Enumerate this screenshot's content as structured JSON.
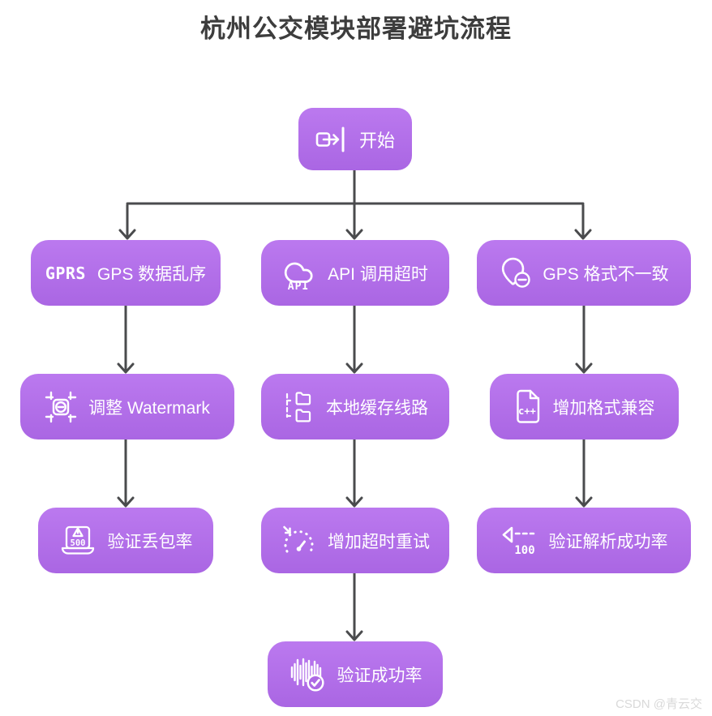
{
  "title": "杭州公交模块部署避坑流程",
  "watermark": "CSDN @青云交",
  "colors": {
    "node_top": "#bb79ef",
    "node_bottom": "#aa66e3",
    "arrow": "#4a4b4d",
    "title": "#3d3d3d",
    "node_text": "#ffffff",
    "watermark": "#d9d9d9"
  },
  "icons": {
    "start": "enter-icon",
    "gps_disorder": "gprs-text-icon",
    "api_timeout": "cloud-api-icon",
    "gps_format": "map-pin-minus-icon",
    "adjust_watermark": "crop-frame-icon",
    "local_cache": "folder-tree-icon",
    "format_compat": "cpp-file-icon",
    "verify_loss": "laptop-error-icon",
    "timeout_retry": "gauge-retry-icon",
    "verify_parse": "score-100-icon",
    "verify_success": "waveform-check-icon"
  },
  "nodes": {
    "start": {
      "label": "开始"
    },
    "gps_disorder": {
      "icon_text": "GPRS",
      "label": "GPS 数据乱序"
    },
    "api_timeout": {
      "icon_text": "API",
      "label": "API 调用超时"
    },
    "gps_format": {
      "label": "GPS 格式不一致"
    },
    "adjust_watermark": {
      "label": "调整 Watermark"
    },
    "local_cache": {
      "label": "本地缓存线路"
    },
    "format_compat": {
      "icon_text": "c++",
      "label": "增加格式兼容"
    },
    "verify_loss": {
      "icon_text": "500",
      "label": "验证丢包率"
    },
    "timeout_retry": {
      "label": "增加超时重试"
    },
    "verify_parse": {
      "icon_text": "100",
      "label": "验证解析成功率"
    },
    "verify_success": {
      "label": "验证成功率"
    }
  }
}
